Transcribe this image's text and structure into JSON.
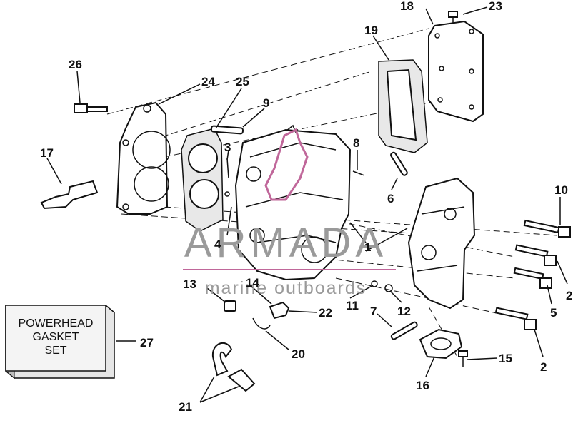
{
  "callouts": {
    "c1": "1",
    "c2a": "2",
    "c2b": "2",
    "c3": "3",
    "c4": "4",
    "c5": "5",
    "c6": "6",
    "c7": "7",
    "c8": "8",
    "c9": "9",
    "c10": "10",
    "c11": "11",
    "c12": "12",
    "c13": "13",
    "c14": "14",
    "c15": "15",
    "c16": "16",
    "c17": "17",
    "c18": "18",
    "c19": "19",
    "c20": "20",
    "c21": "21",
    "c22": "22",
    "c23": "23",
    "c24": "24",
    "c25": "25",
    "c26": "26",
    "c27": "27"
  },
  "kit_box": {
    "line1": "POWERHEAD",
    "line2": "GASKET",
    "line3": "SET"
  },
  "watermark": {
    "brand": "ARMADA",
    "tagline": "marine outboards",
    "color": "#9a9a9a",
    "logo_color": "#c0679a"
  }
}
